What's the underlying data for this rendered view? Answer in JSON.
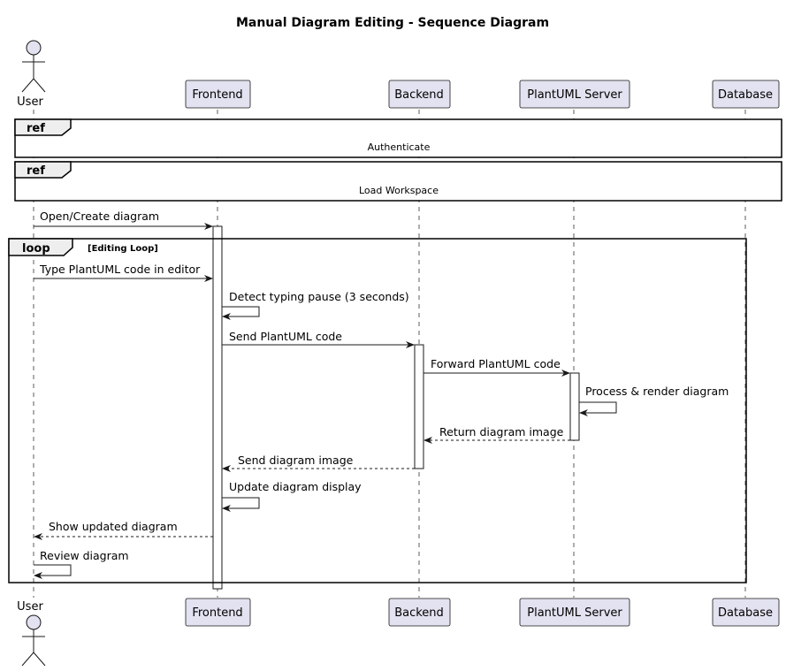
{
  "title": "Manual Diagram Editing - Sequence Diagram",
  "participants": {
    "user": "User",
    "frontend": "Frontend",
    "backend": "Backend",
    "plantuml": "PlantUML Server",
    "database": "Database"
  },
  "fragments": {
    "ref_label": "ref",
    "ref1": "Authenticate",
    "ref2": "Load Workspace",
    "loop_label": "loop",
    "loop_guard": "[Editing Loop]"
  },
  "messages": {
    "m1": "Open/Create diagram",
    "m2": "Type PlantUML code in editor",
    "m3": "Detect typing pause (3 seconds)",
    "m4": "Send PlantUML code",
    "m5": "Forward PlantUML code",
    "m6": "Process & render diagram",
    "m7": "Return diagram image",
    "m8": "Send diagram image",
    "m9": "Update diagram display",
    "m10": "Show updated diagram",
    "m11": "Review diagram"
  },
  "colors": {
    "participant_fill": "#E2E2F0",
    "participant_border": "#181818",
    "fragment_tab": "#EEEEEE",
    "background": "#FFFFFF"
  }
}
